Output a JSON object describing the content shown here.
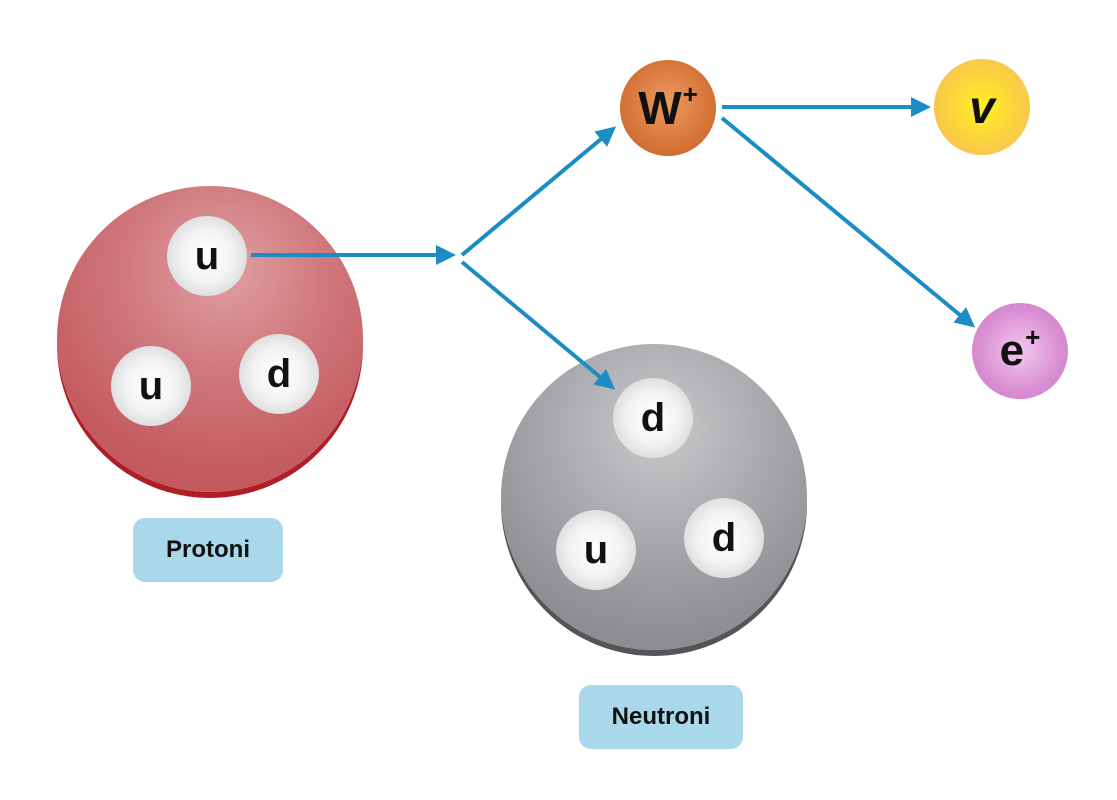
{
  "proton": {
    "label": "Protoni",
    "color": "#c4595e",
    "quarks": [
      "u",
      "u",
      "d"
    ]
  },
  "neutron": {
    "label": "Neutroni",
    "color": "#8f9093",
    "quarks": [
      "d",
      "u",
      "d"
    ]
  },
  "particles": {
    "w_boson": {
      "symbol": "W",
      "charge": "+",
      "color": "#d8773b"
    },
    "neutrino": {
      "symbol": "v",
      "color": "#fbd33e"
    },
    "positron": {
      "symbol": "e",
      "charge": "+",
      "color": "#d98ed3"
    }
  },
  "label_color": "#a9d8ea",
  "arrow_color": "#1c8dc4"
}
